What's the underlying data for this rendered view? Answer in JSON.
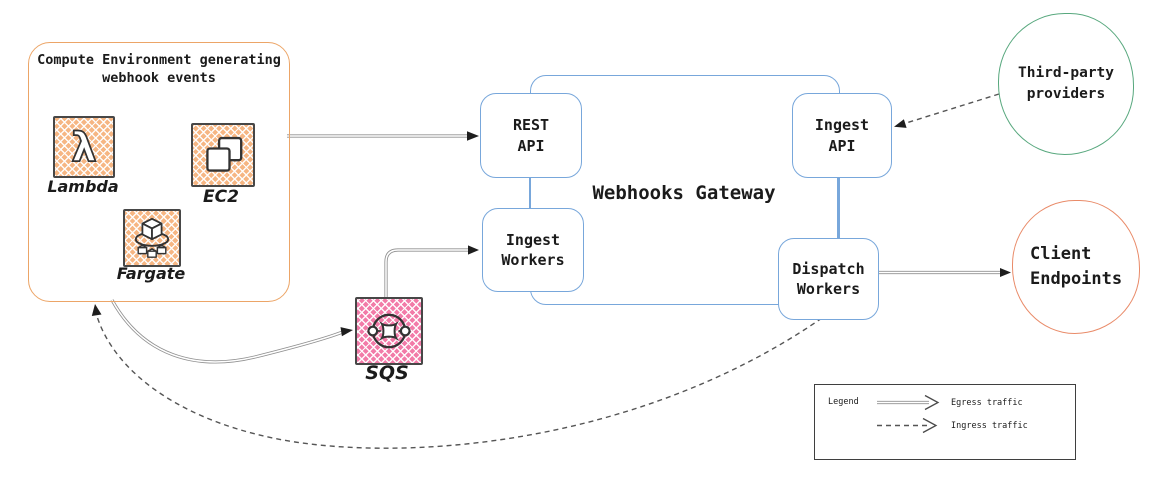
{
  "compute_env": {
    "title": "Compute Environment generating\nwebhook events",
    "items": [
      {
        "label": "Lambda",
        "icon": "lambda-icon"
      },
      {
        "label": "EC2",
        "icon": "ec2-icon"
      },
      {
        "label": "Fargate",
        "icon": "fargate-icon"
      }
    ]
  },
  "gateway": {
    "title": "Webhooks Gateway",
    "nodes": {
      "rest_api": "REST\nAPI",
      "ingest_api": "Ingest\nAPI",
      "ingest_workers": "Ingest\nWorkers",
      "dispatch_workers": "Dispatch\nWorkers"
    }
  },
  "queue": {
    "label": "SQS",
    "icon": "sqs-icon"
  },
  "externals": {
    "third_party": "Third-party\nproviders",
    "client_endpoints": "Client\nEndpoints"
  },
  "legend": {
    "title": "Legend",
    "entries": [
      {
        "style": "solid",
        "label": "Egress traffic"
      },
      {
        "style": "dashed",
        "label": "Ingress traffic"
      }
    ]
  },
  "colors": {
    "compute_border": "#ECA567",
    "aws_icon_fill": "#F6B683",
    "sqs_fill": "#F27BA8",
    "gateway_blue": "#78A7DB",
    "third_party_green": "#58A87E",
    "client_coral": "#E98B69",
    "egress_gray": "#909090",
    "ingress_dash_gray": "#555555",
    "text": "#1B1B1B"
  }
}
